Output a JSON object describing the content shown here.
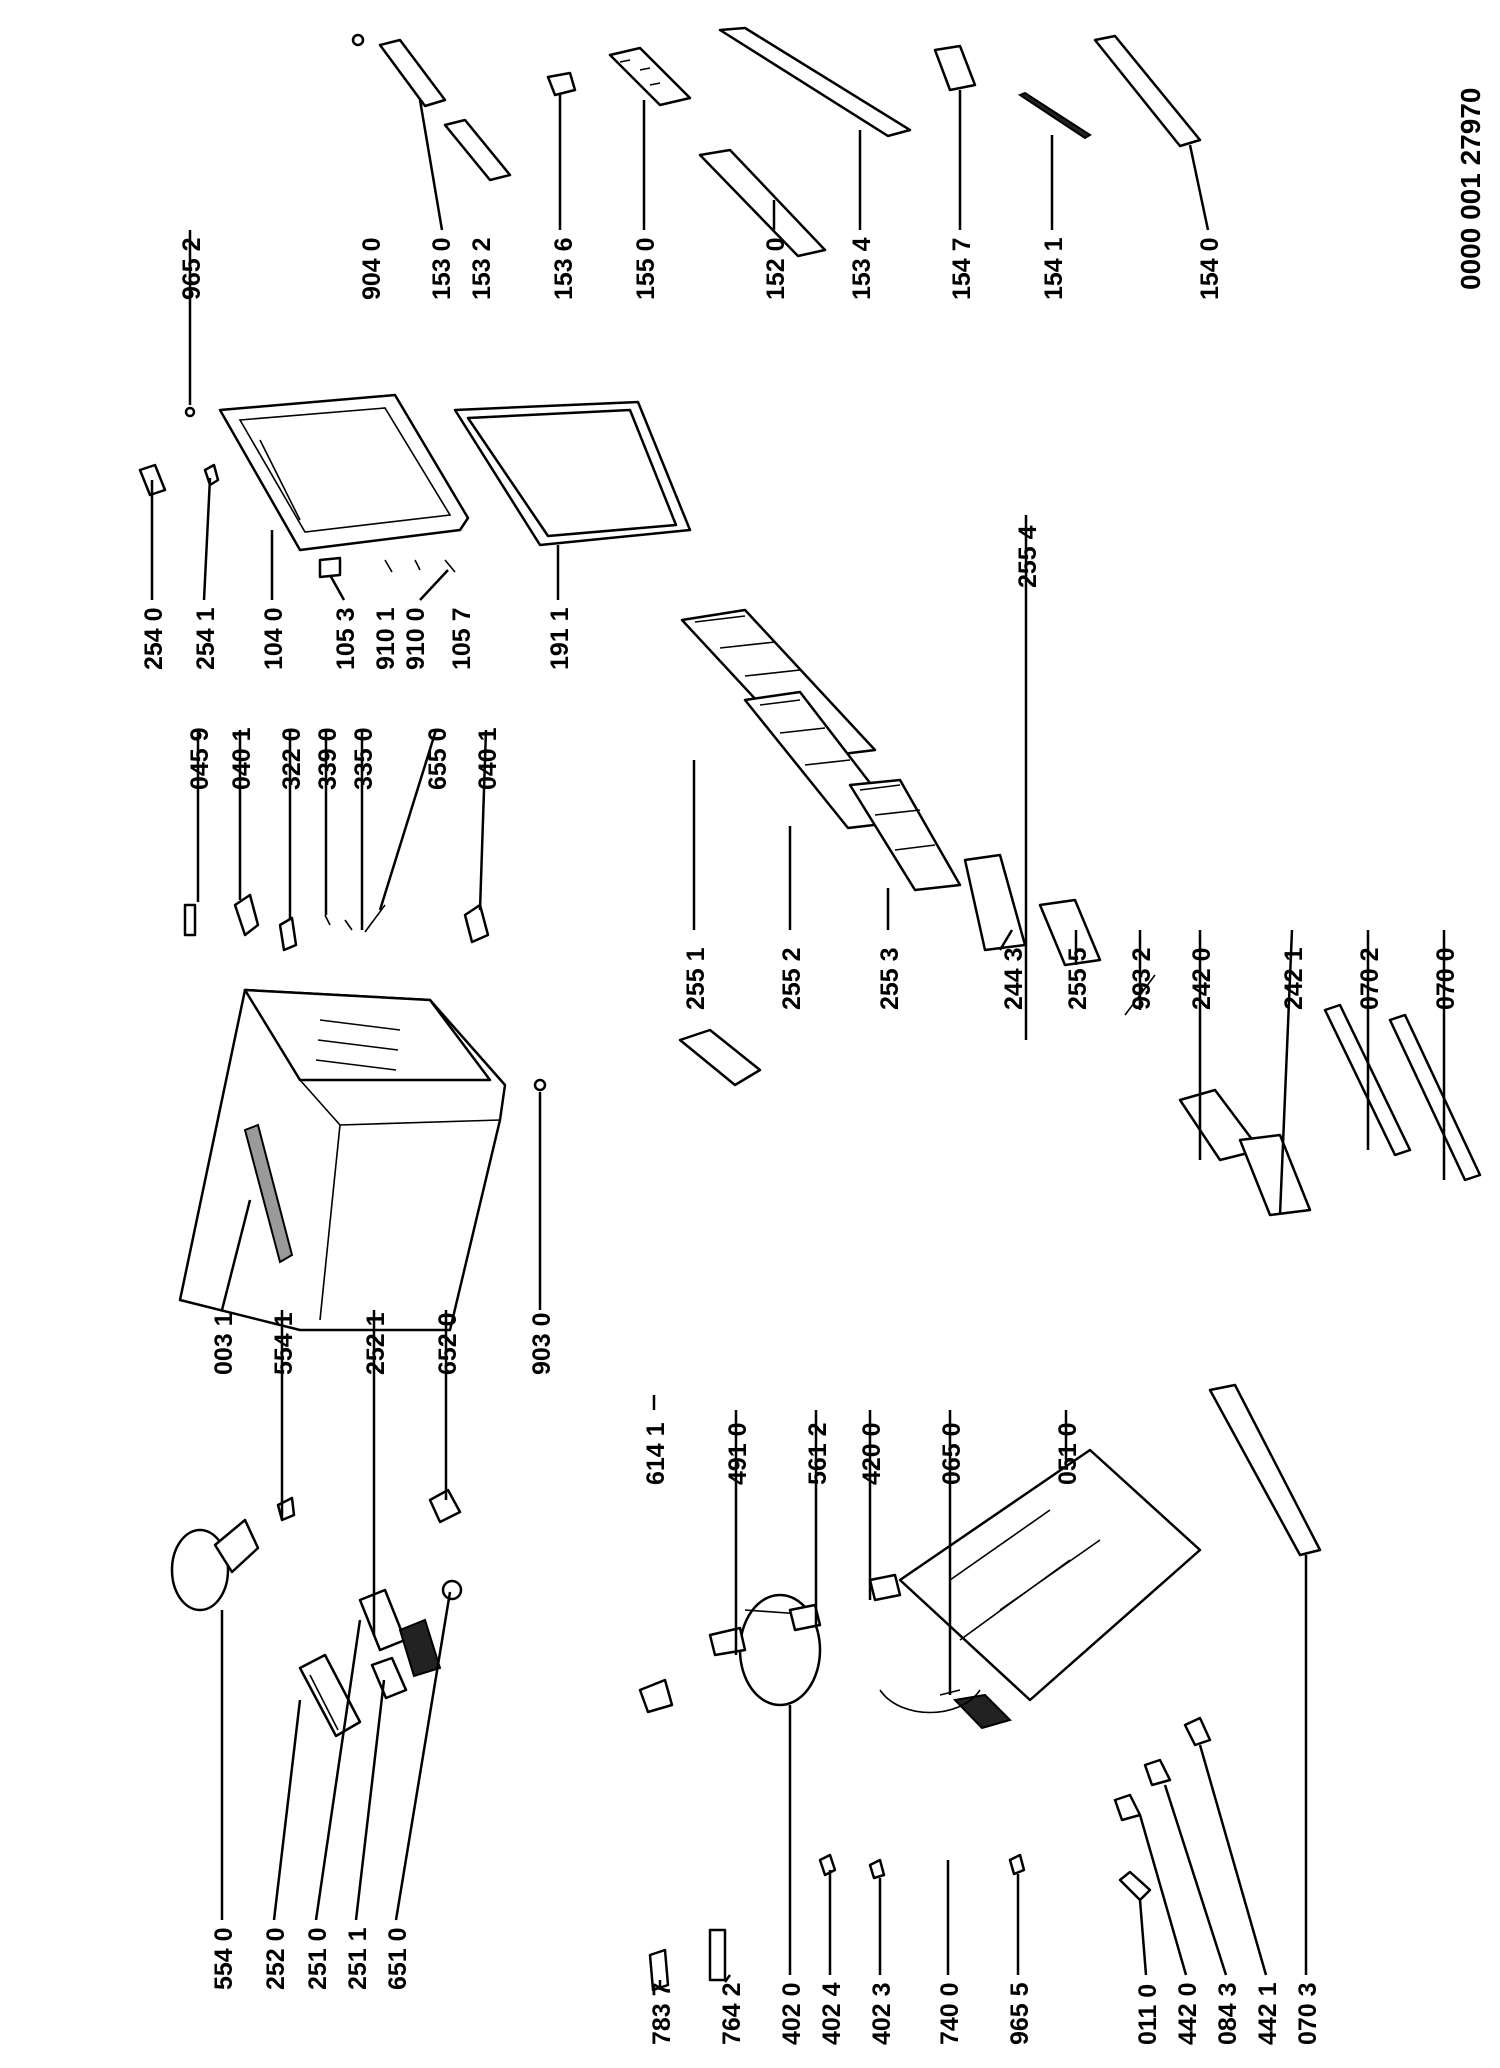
{
  "reference_number": "0000 001 27970",
  "part_labels": [
    "554 0",
    "252 0",
    "251 0",
    "251 1",
    "651 0",
    "554 1",
    "252 1",
    "652 0",
    "003 1",
    "903 0",
    "045 9",
    "040 1",
    "322 0",
    "339 0",
    "335 0",
    "655 0",
    "040 1",
    "254 0",
    "254 1",
    "104 0",
    "105 3",
    "910 1",
    "910 0",
    "105 7",
    "191 1",
    "965 2",
    "904 0",
    "153 0",
    "153 2",
    "153 6",
    "155 0",
    "152 0",
    "153 4",
    "154 7",
    "154 1",
    "154 0",
    "255 1",
    "255 2",
    "255 3",
    "244 3",
    "255 5",
    "993 2",
    "242 0",
    "242 1",
    "070 2",
    "070 0",
    "255 4",
    "783 7",
    "764 2",
    "402 0",
    "402 4",
    "402 3",
    "740 0",
    "965 5",
    "011 0",
    "442 0",
    "084 3",
    "442 1",
    "070 3",
    "614 1",
    "491 0",
    "561 2",
    "420 0",
    "065 0",
    "051 0"
  ],
  "icons": {
    "cabinet": "fridge-cabinet-icon",
    "door": "door-panel-icon",
    "gasket": "door-gasket-icon",
    "compressor": "compressor-icon",
    "shelf": "shelf-icon",
    "drawer": "crisper-drawer-icon",
    "door_bin": "door-bin-icon",
    "egg_tray": "egg-tray-icon"
  }
}
